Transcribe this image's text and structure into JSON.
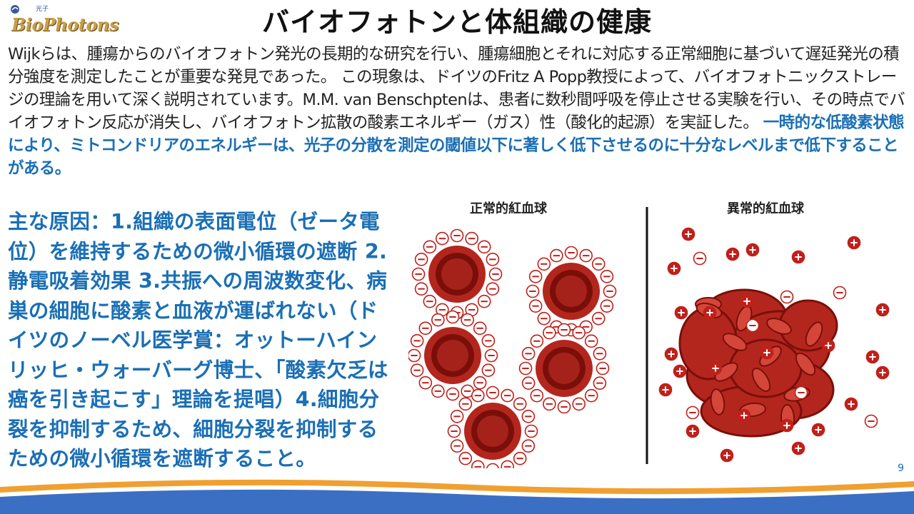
{
  "logo": {
    "text": "BioPhotons",
    "sub": "光子"
  },
  "title": "バイオフォトンと体組織の健康",
  "paragraph": {
    "normal": "Wijkらは、腫瘍からのバイオフォトン発光の長期的な研究を行い、腫瘍細胞とそれに対応する正常細胞に基づいて遅延発光の積分強度を測定したことが重要な発見であった。 この現象は、ドイツのFritz A Popp教授によって、バイオフォトニックストレージの理論を用いて深く説明されています。M.M. van Benschptenは、患者に数秒間呼吸を停止させる実験を行い、その時点でバイオフォトン反応が消失し、バイオフォトン拡散の酸素エネルギー（ガス）性（酸化的起源）を実証した。 ",
    "highlight": "一時的な低酸素状態により、ミトコンドリアのエネルギーは、光子の分散を測定の閾値以下に著しく低下させるのに十分なレベルまで低下することがある。"
  },
  "causes": "主な原因：1.組織の表面電位（ゼータ電位）を維持するための微小循環の遮断 2.静電吸着効果 3.共振への周波数変化、病巣の細胞に酸素と血液が運ばれない（ドイツのノーベル医学賞：オットーハインリッヒ・ウォーバーグ博士、「酸素欠乏は癌を引き起こす」理論を提唱）4.細胞分裂を抑制するため、細胞分裂を抑制するための微小循環を遮断すること。",
  "figure": {
    "normal_label": "正常的紅血球",
    "abnormal_label": "異常的紅血球",
    "minus_sign": "−",
    "plus_sign": "+"
  },
  "page_number": "9",
  "colors": {
    "accent_blue": "#1a6fb5",
    "cell_red": "#b3261e",
    "cell_dark": "#7a0f0a",
    "wave_blue": "#3a6fc4",
    "wave_orange": "#f0a030"
  }
}
